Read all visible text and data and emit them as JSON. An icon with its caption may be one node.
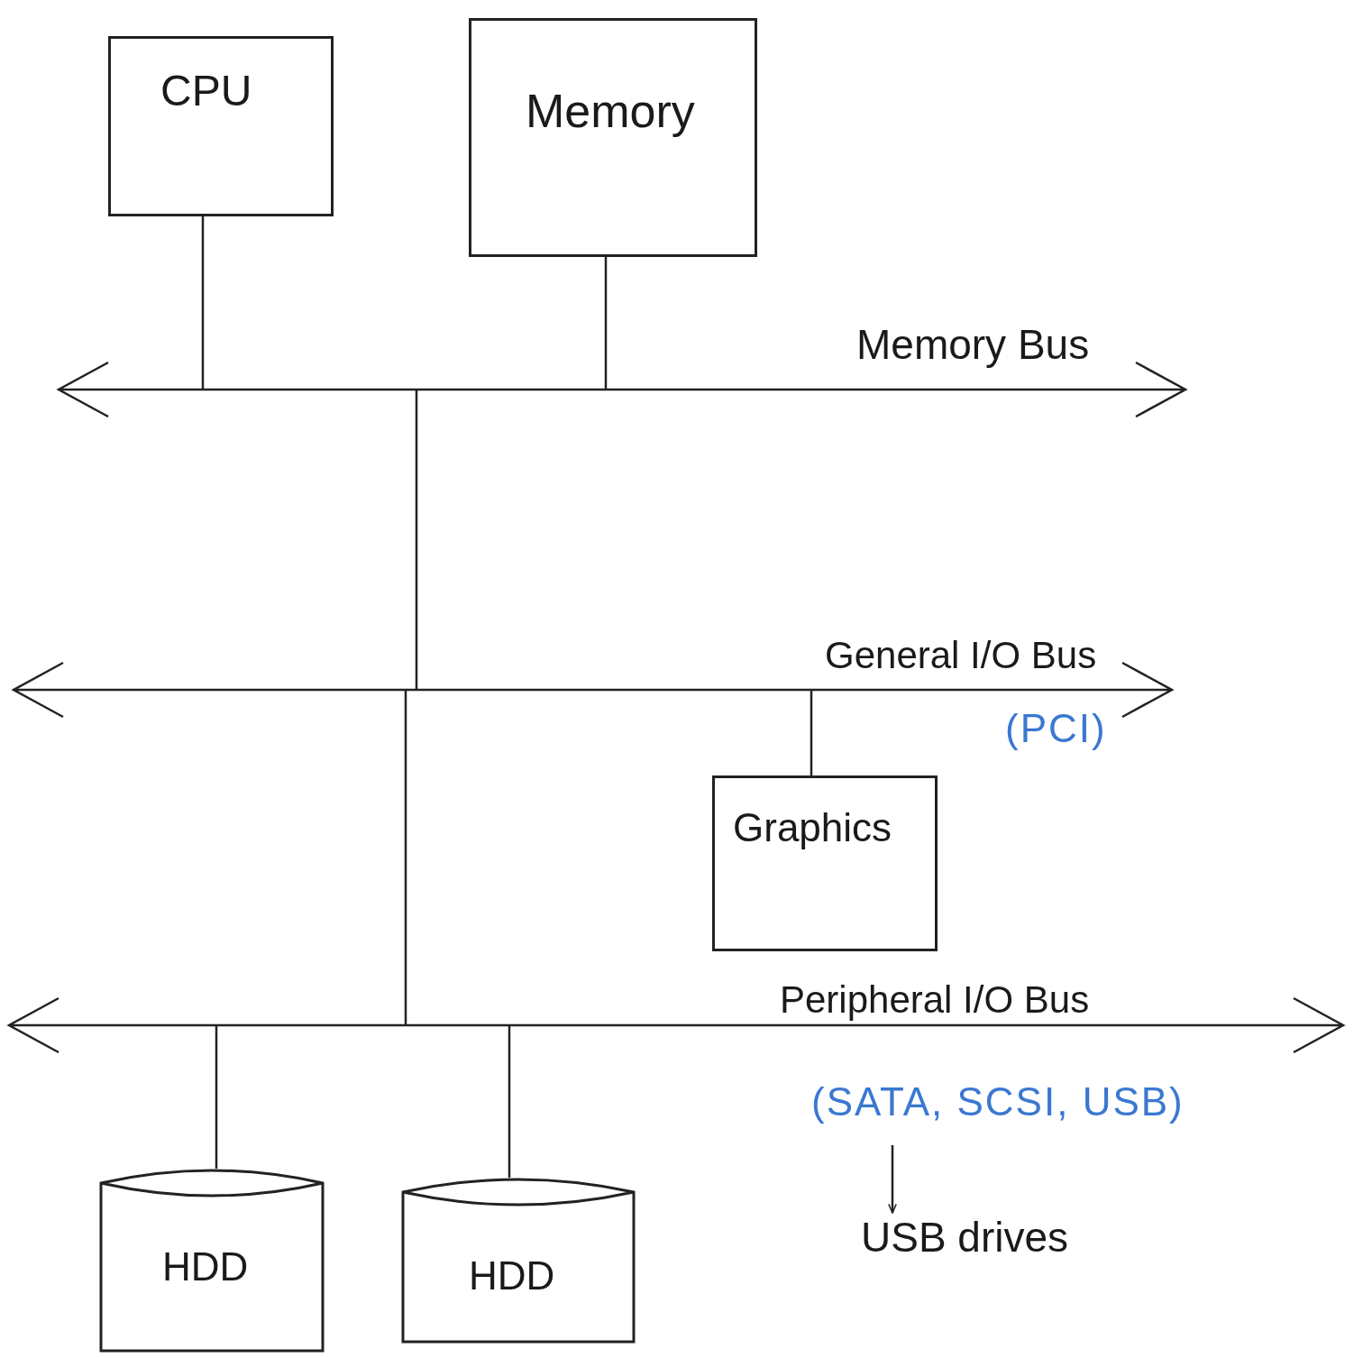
{
  "diagram": {
    "nodes": [
      {
        "text": [
          "CPU"
        ]
      },
      {
        "text": [
          "Memory"
        ]
      },
      {
        "text": [
          "Memory Bus"
        ]
      },
      {
        "text": [
          "General I/O Bus",
          "(PCI)"
        ]
      },
      {
        "text": [
          "Graphics"
        ]
      },
      {
        "text": [
          "Peripheral I/O Bus",
          "(SATA, SCSI, USB)"
        ]
      },
      {
        "text": [
          "HDD"
        ]
      },
      {
        "text": [
          "HDD"
        ]
      },
      {
        "text": [
          "USB drives"
        ]
      }
    ],
    "edges": [
      {
        "from": 0,
        "to": 2,
        "arrow": "none"
      },
      {
        "from": 1,
        "to": 2,
        "arrow": "none"
      },
      {
        "from": 2,
        "to": 3,
        "arrow": "none"
      },
      {
        "from": 3,
        "to": 5,
        "arrow": "none"
      },
      {
        "from": 3,
        "to": 4,
        "arrow": "none"
      },
      {
        "from": 5,
        "to": 6,
        "arrow": "none"
      },
      {
        "from": 5,
        "to": 7,
        "arrow": "none"
      },
      {
        "from": 5,
        "to": 8,
        "arrow": "to"
      }
    ]
  }
}
